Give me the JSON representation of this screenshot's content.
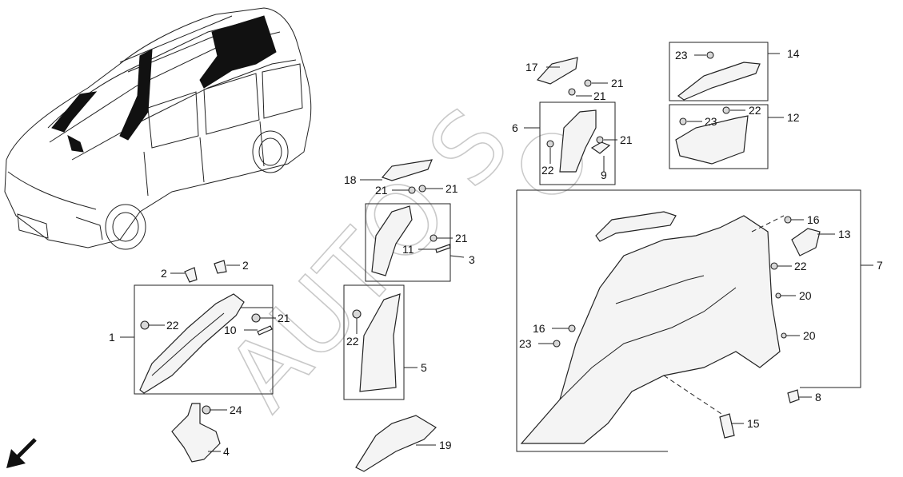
{
  "diagram": {
    "watermark": "AUTO S",
    "direction_arrow": "arrow-icon",
    "callouts": [
      {
        "id": "c1",
        "text": "1"
      },
      {
        "id": "c2a",
        "text": "2"
      },
      {
        "id": "c2b",
        "text": "2"
      },
      {
        "id": "c3",
        "text": "3"
      },
      {
        "id": "c4",
        "text": "4"
      },
      {
        "id": "c5",
        "text": "5"
      },
      {
        "id": "c6",
        "text": "6"
      },
      {
        "id": "c7",
        "text": "7"
      },
      {
        "id": "c8",
        "text": "8"
      },
      {
        "id": "c9",
        "text": "9"
      },
      {
        "id": "c10",
        "text": "10"
      },
      {
        "id": "c11",
        "text": "11"
      },
      {
        "id": "c12",
        "text": "12"
      },
      {
        "id": "c13",
        "text": "13"
      },
      {
        "id": "c14",
        "text": "14"
      },
      {
        "id": "c15",
        "text": "15"
      },
      {
        "id": "c16a",
        "text": "16"
      },
      {
        "id": "c16b",
        "text": "16"
      },
      {
        "id": "c17",
        "text": "17"
      },
      {
        "id": "c18",
        "text": "18"
      },
      {
        "id": "c19",
        "text": "19"
      },
      {
        "id": "c20a",
        "text": "20"
      },
      {
        "id": "c20b",
        "text": "20"
      },
      {
        "id": "c21a",
        "text": "21"
      },
      {
        "id": "c21b",
        "text": "21"
      },
      {
        "id": "c21c",
        "text": "21"
      },
      {
        "id": "c21d",
        "text": "21"
      },
      {
        "id": "c21e",
        "text": "21"
      },
      {
        "id": "c21f",
        "text": "21"
      },
      {
        "id": "c21g",
        "text": "21"
      },
      {
        "id": "c22a",
        "text": "22"
      },
      {
        "id": "c22b",
        "text": "22"
      },
      {
        "id": "c22c",
        "text": "22"
      },
      {
        "id": "c22d",
        "text": "22"
      },
      {
        "id": "c22e",
        "text": "22"
      },
      {
        "id": "c23a",
        "text": "23"
      },
      {
        "id": "c23b",
        "text": "23"
      },
      {
        "id": "c23c",
        "text": "23"
      },
      {
        "id": "c24",
        "text": "24"
      }
    ]
  }
}
